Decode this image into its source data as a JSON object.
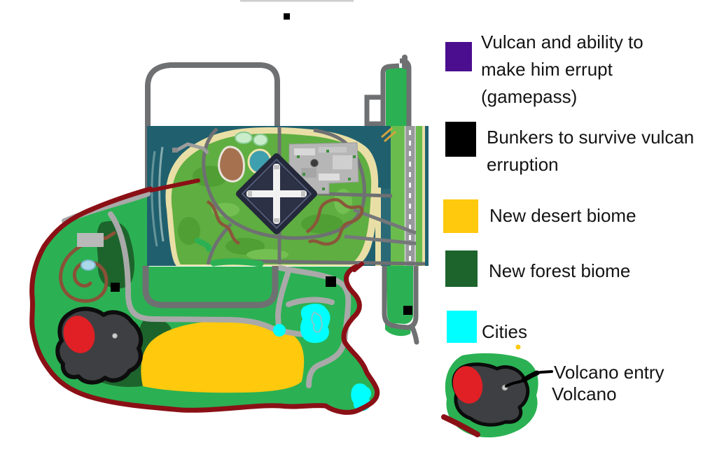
{
  "legend": {
    "items": [
      {
        "id": "vulcan-gamepass",
        "swatch_color": "#4B0E8F",
        "lines": [
          "Vulcan and ability to",
          "make him errupt",
          "(gamepass)"
        ]
      },
      {
        "id": "bunkers",
        "swatch_color": "#000000",
        "lines": [
          "Bunkers to survive vulcan",
          "erruption"
        ]
      },
      {
        "id": "desert-biome",
        "swatch_color": "#FFC90E",
        "lines": [
          "New desert biome"
        ]
      },
      {
        "id": "forest-biome",
        "swatch_color": "#1D642C",
        "lines": [
          "New forest biome"
        ]
      },
      {
        "id": "cities",
        "swatch_color": "#00FFFF",
        "lines": [
          "Cities"
        ]
      }
    ]
  },
  "inset_labels": {
    "entry": "Volcano entry",
    "volcano": "Volcano"
  },
  "map_palette": {
    "land_green": "#2BB153",
    "forest_green": "#1D642C",
    "desert_yellow": "#FFC90E",
    "city_cyan": "#00FFFF",
    "coast_dark_red": "#8A1016",
    "volcano_gray": "#3E3F42",
    "lava_red": "#E02025",
    "road_light_gray": "#A9A9A9",
    "road_dark_gray": "#6E7072",
    "bunker_black": "#000000",
    "ocean_teal": "#20606E"
  }
}
